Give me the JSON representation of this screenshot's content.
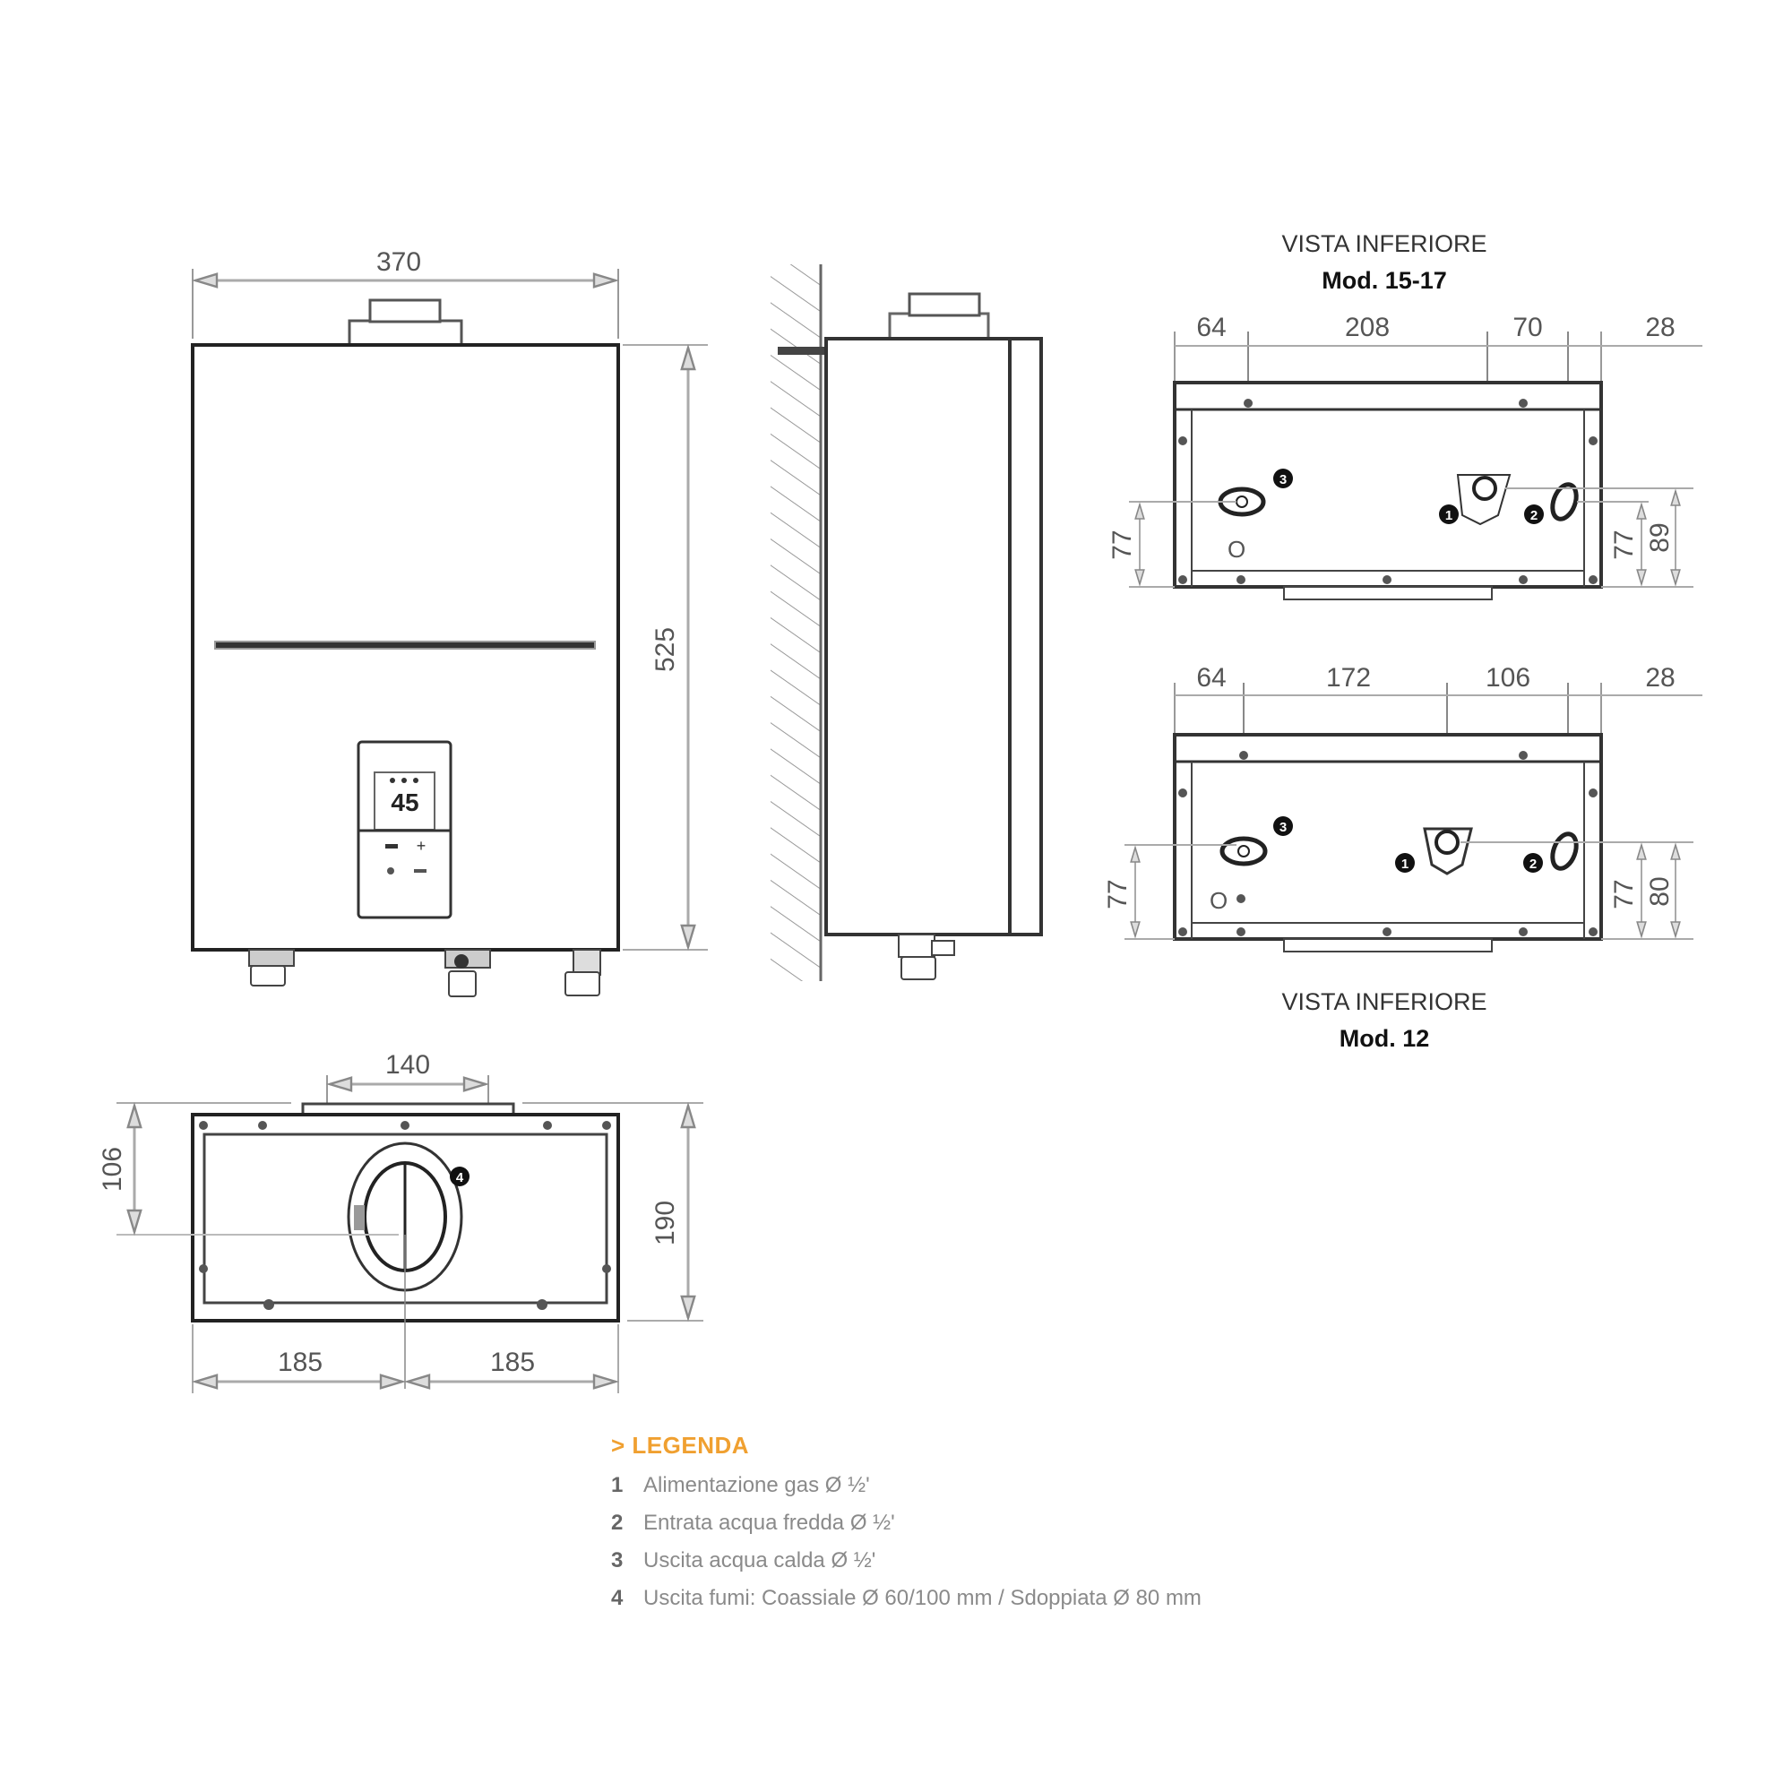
{
  "front_view": {
    "width_label": "370",
    "height_label": "525",
    "display_temp": "45"
  },
  "side_view": {},
  "top_view": {
    "flue_width_label": "140",
    "depth_label": "190",
    "flue_offset_label": "106",
    "half_width_left": "185",
    "half_width_right": "185",
    "marker": "4"
  },
  "bottom_view_15_17": {
    "title": "VISTA INFERIORE",
    "model": "Mod. 15-17",
    "dims_top": [
      "64",
      "208",
      "70",
      "28"
    ],
    "dim_left": "77",
    "dim_right_a": "77",
    "dim_right_b": "89",
    "markers": [
      "1",
      "2",
      "3"
    ]
  },
  "bottom_view_12": {
    "title": "VISTA INFERIORE",
    "model": "Mod. 12",
    "dims_top": [
      "64",
      "172",
      "106",
      "28"
    ],
    "dim_left": "77",
    "dim_right_a": "77",
    "dim_right_b": "80",
    "markers": [
      "1",
      "2",
      "3"
    ]
  },
  "legend": {
    "title": "> LEGENDA",
    "accent_color": "#f0a030",
    "items": [
      {
        "num": "1",
        "text": "Alimentazione gas Ø ½'"
      },
      {
        "num": "2",
        "text": "Entrata acqua fredda Ø ½'"
      },
      {
        "num": "3",
        "text": "Uscita acqua calda Ø ½'"
      },
      {
        "num": "4",
        "text": "Uscita fumi: Coassiale Ø 60/100 mm / Sdoppiata Ø 80 mm"
      }
    ]
  }
}
